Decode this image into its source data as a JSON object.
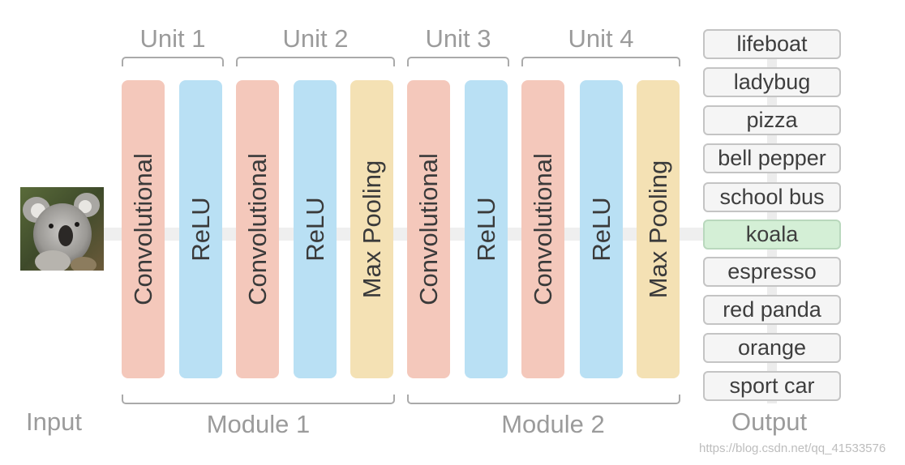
{
  "input_label": "Input",
  "output_label": "Output",
  "units": [
    "Unit 1",
    "Unit 2",
    "Unit 3",
    "Unit 4"
  ],
  "modules": [
    "Module 1",
    "Module 2"
  ],
  "layers": [
    {
      "type": "conv",
      "label": "Convolutional"
    },
    {
      "type": "relu",
      "label": "ReLU"
    },
    {
      "type": "conv",
      "label": "Convolutional"
    },
    {
      "type": "relu",
      "label": "ReLU"
    },
    {
      "type": "pool",
      "label": "Max Pooling"
    },
    {
      "type": "conv",
      "label": "Convolutional"
    },
    {
      "type": "relu",
      "label": "ReLU"
    },
    {
      "type": "conv",
      "label": "Convolutional"
    },
    {
      "type": "relu",
      "label": "ReLU"
    },
    {
      "type": "pool",
      "label": "Max Pooling"
    }
  ],
  "outputs": [
    "lifeboat",
    "ladybug",
    "pizza",
    "bell pepper",
    "school bus",
    "koala",
    "espresso",
    "red panda",
    "orange",
    "sport car"
  ],
  "selected_output": "koala",
  "colors": {
    "conv": "#f4c8bb",
    "relu": "#b9e0f4",
    "pool": "#f4e1b4",
    "selected": "#d4efd6"
  },
  "watermark": "https://blog.csdn.net/qq_41533576"
}
